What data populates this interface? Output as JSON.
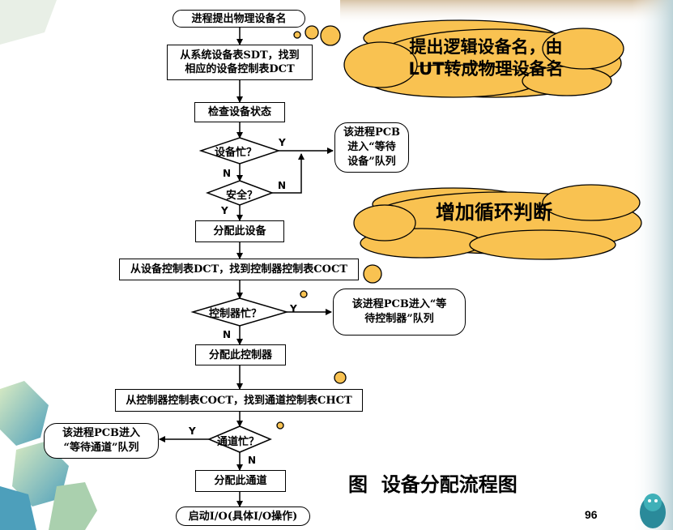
{
  "flow": {
    "start": "进程提出物理设备名",
    "sdt": "从系统设备表SDT，找到\n相应的设备控制表DCT",
    "check_status": "检查设备状态",
    "device_busy": "设备忙？",
    "safe": "安全？",
    "alloc_device": "分配此设备",
    "dct_to_coct": "从设备控制表DCT，找到控制器控制表COCT",
    "controller_busy": "控制器忙？",
    "alloc_controller": "分配此控制器",
    "coct_to_chct": "从控制器控制表COCT，找到通道控制表CHCT",
    "channel_busy": "通道忙？",
    "alloc_channel": "分配此通道",
    "start_io": "启动I/O(具体I/O操作)"
  },
  "notes": {
    "wait_device": "该进程PCB\n进入“等待\n设备”队列",
    "wait_controller": "该进程PCB进入“等\n待控制器”队列",
    "wait_channel": "该进程PCB进入\n“等待通道”队列"
  },
  "labels": {
    "yes": "Y",
    "no": "N"
  },
  "clouds": {
    "top": "提出逻辑设备名，由\nLUT转成物理设备名",
    "middle": "增加循环判断"
  },
  "caption": "图  设备分配流程图",
  "page_number": "96"
}
